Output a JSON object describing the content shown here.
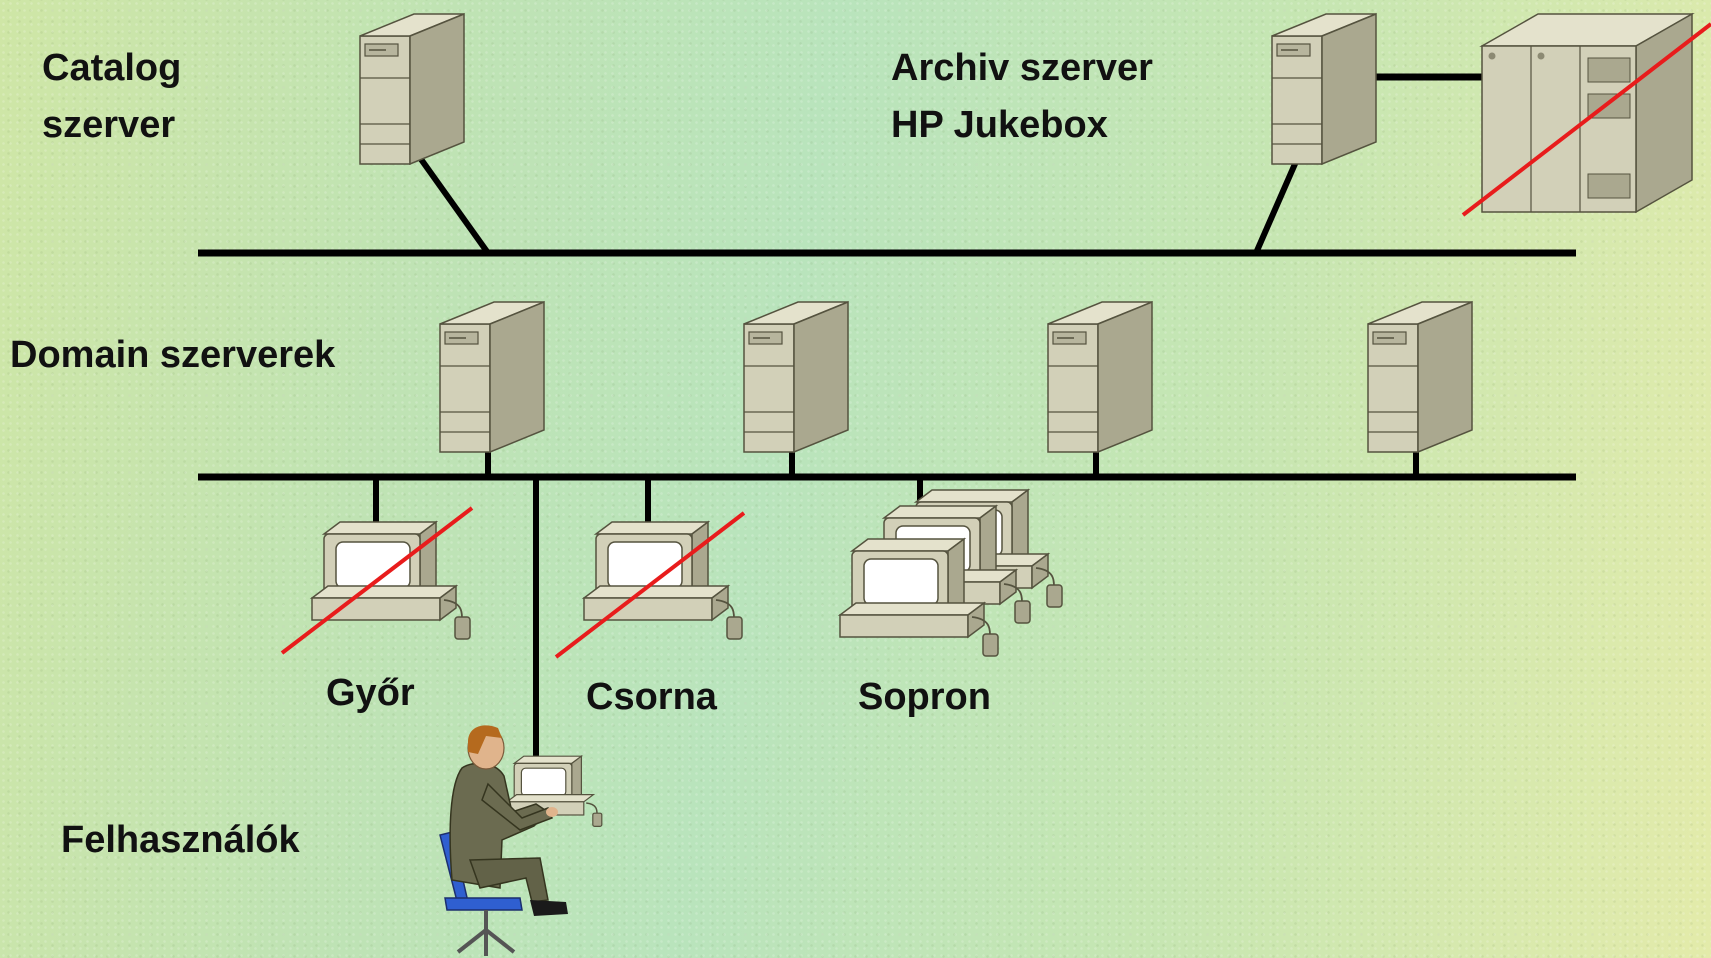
{
  "labels": {
    "catalog_line1": "Catalog",
    "catalog_line2": "szerver",
    "archiv_line1": "Archiv szerver",
    "archiv_line2": "HP Jukebox",
    "domain": "Domain szerverek",
    "gyor": "Győr",
    "csorna": "Csorna",
    "sopron": "Sopron",
    "users": "Felhasználók"
  },
  "status": {
    "jukebox": "unavailable",
    "gyor": "unavailable",
    "csorna": "unavailable",
    "sopron": "available"
  },
  "colors": {
    "line": "#000000",
    "cross": "#e81c1c",
    "device_front": "#d2d0b8",
    "device_side": "#aaa88f",
    "device_top": "#e4e2cc",
    "screen": "#ffffff"
  },
  "icons": {
    "server": "server-tower-icon",
    "jukebox": "jukebox-icon",
    "workstation": "desktop-computer-icon",
    "user": "seated-user-icon"
  }
}
